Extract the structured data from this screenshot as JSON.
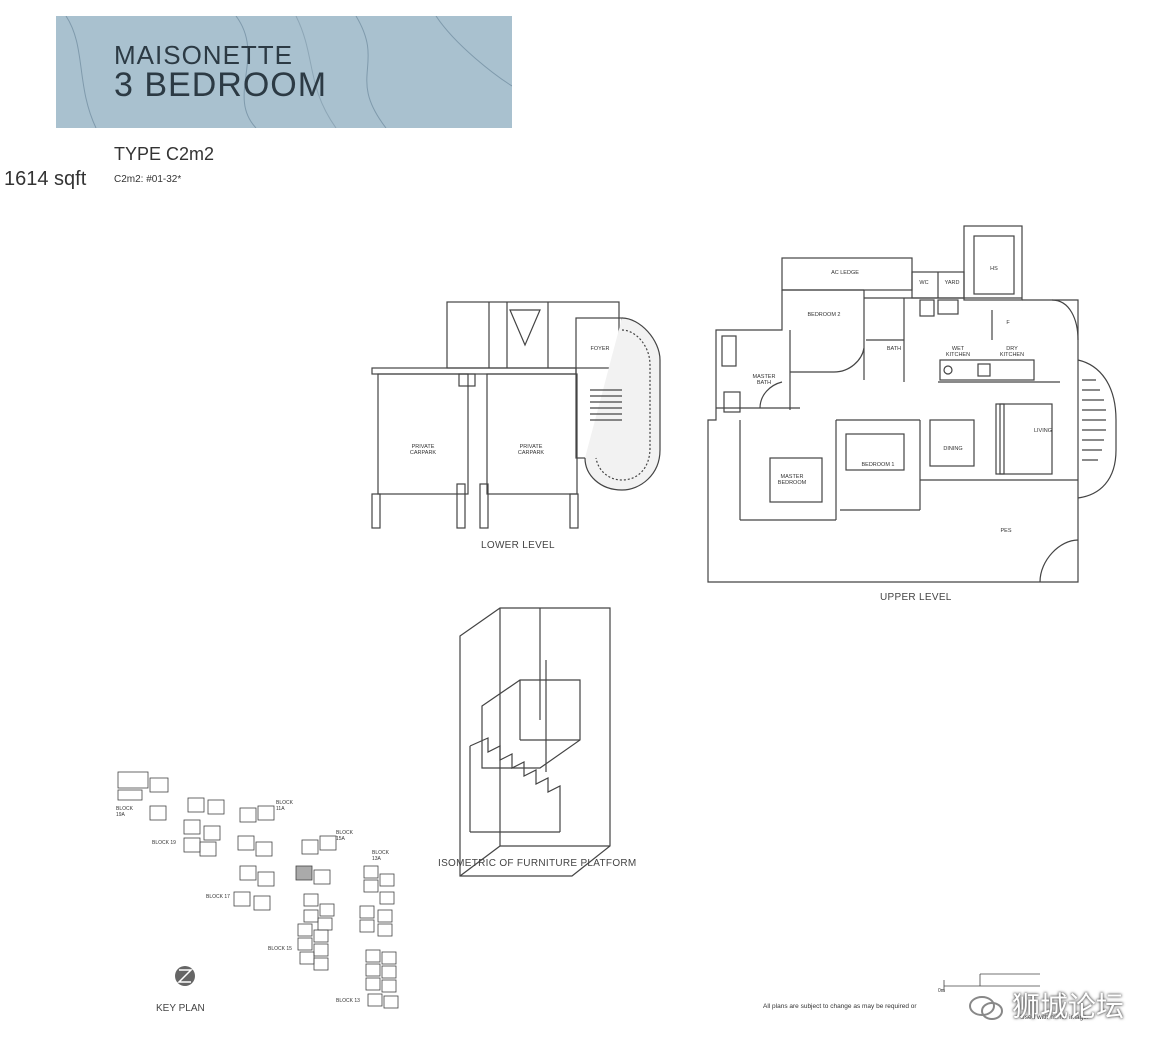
{
  "title": {
    "line1": "MAISONETTE",
    "line2": "3 BEDROOM",
    "bg_color": "#a9c1cf"
  },
  "unit": {
    "type": "TYPE C2m2",
    "area": "1614 sqft",
    "units": "C2m2: #01-32*"
  },
  "lower_level": {
    "caption": "LOWER LEVEL",
    "rooms": {
      "foyer": "FOYER",
      "carpark1": "PRIVATE CARPARK",
      "carpark2": "PRIVATE CARPARK"
    }
  },
  "upper_level": {
    "caption": "UPPER LEVEL",
    "rooms": {
      "ac_ledge": "AC LEDGE",
      "hs": "HS",
      "wc": "WC",
      "yard": "YARD",
      "bedroom2": "BEDROOM 2",
      "bath": "BATH",
      "wet_kitchen": "WET KITCHEN",
      "dry_kitchen": "DRY KITCHEN",
      "master_bath": "MASTER BATH",
      "bedroom1": "BEDROOM 1",
      "dining": "DINING",
      "living": "LIVING",
      "master_bedroom": "MASTER BEDROOM",
      "pes": "PES",
      "f": "F"
    }
  },
  "isometric": {
    "caption": "ISOMETRIC OF FURNITURE PLATFORM"
  },
  "key_plan": {
    "caption": "KEY PLAN",
    "blocks": {
      "b19a": "BLOCK 19A",
      "b19": "BLOCK 19",
      "b17": "BLOCK 17",
      "b11a": "BLOCK 11A",
      "b15a": "BLOCK 15A",
      "b13a": "BLOCK 13A",
      "b15": "BLOCK 15",
      "b13": "BLOCK 13"
    }
  },
  "footer": {
    "disclaimer": "All plans are subject to change as may be required or",
    "disclaimer2": "Used with mirror image.",
    "scale_label": "0m"
  },
  "watermark": {
    "text": "狮城论坛"
  }
}
